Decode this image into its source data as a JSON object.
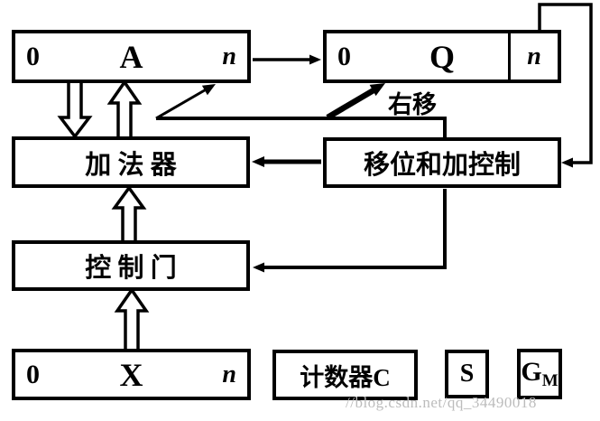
{
  "registers": {
    "a": {
      "low": "0",
      "name": "A",
      "high": "n"
    },
    "q": {
      "low": "0",
      "name": "Q",
      "high": "n"
    },
    "x": {
      "low": "0",
      "name": "X",
      "high": "n"
    }
  },
  "blocks": {
    "adder": "加 法 器",
    "shift_add_control": "移位和加控制",
    "control_gate": "控 制 门",
    "counter_c": "计数器C",
    "s_flag": "S",
    "gm_base": "G",
    "gm_sub": "M"
  },
  "labels": {
    "right_shift": "右移"
  },
  "watermark": {
    "text": "//blog.csdn.net/qq_34490018"
  },
  "colors": {
    "line": "#000000",
    "background": "#ffffff",
    "watermark_gray": "#bcbcbc"
  }
}
